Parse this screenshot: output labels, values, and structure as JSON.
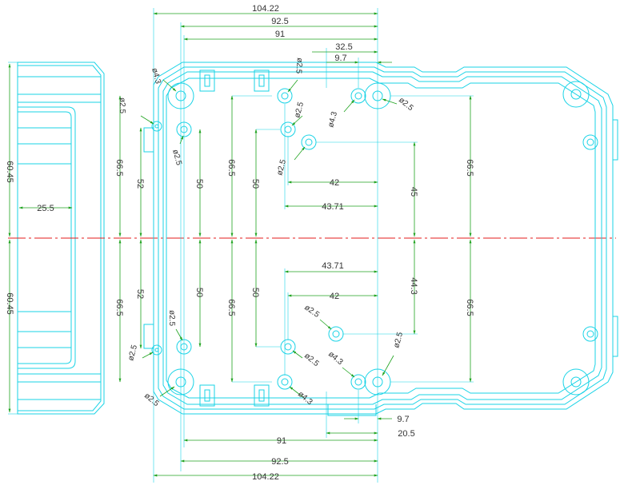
{
  "colors": {
    "outline": "#19d3e6",
    "dimension": "#1fa31f",
    "centerline": "#e31b1b",
    "text": "#333333",
    "background": "#ffffff"
  },
  "dims": {
    "top_104": "104.22",
    "top_92": "92.5",
    "top_91": "91",
    "top_32": "32.5",
    "top_97": "9.7",
    "bot_97": "9.7",
    "bot_205": "20.5",
    "bot_91": "91",
    "bot_92": "92.5",
    "bot_104": "104.22",
    "side_6045_top": "60.45",
    "side_6045_bot": "60.45",
    "side_255": "25.5",
    "l_665_top": "66.5",
    "l_665_bot": "66.5",
    "l_52_top": "52",
    "l_52_bot": "52",
    "l_50_top": "50",
    "l_50_bot": "50",
    "m_665_top": "66.5",
    "m_665_bot": "66.5",
    "m_50_top": "50",
    "m_50_bot": "50",
    "r_665_top": "66.5",
    "r_665_bot": "66.5",
    "c_42_top": "42",
    "c_4371_top": "43.71",
    "c_4371_bot": "43.71",
    "c_42_bot": "42",
    "c_45": "45",
    "c_443": "44.3"
  },
  "holes": {
    "h1": "ø4.3",
    "h2": "ø2.5",
    "h3": "ø2.5",
    "h4": "ø2.5",
    "h5": "ø2.5",
    "h6": "ø2.5",
    "h7": "ø4.3",
    "h8": "ø2.5",
    "h9": "ø2.5",
    "h10": "ø2.5",
    "h11": "ø2.5",
    "h12": "ø2.5",
    "h13": "ø2.5",
    "h14": "ø4.3",
    "h15": "ø4.3",
    "h16": "ø2.5"
  }
}
